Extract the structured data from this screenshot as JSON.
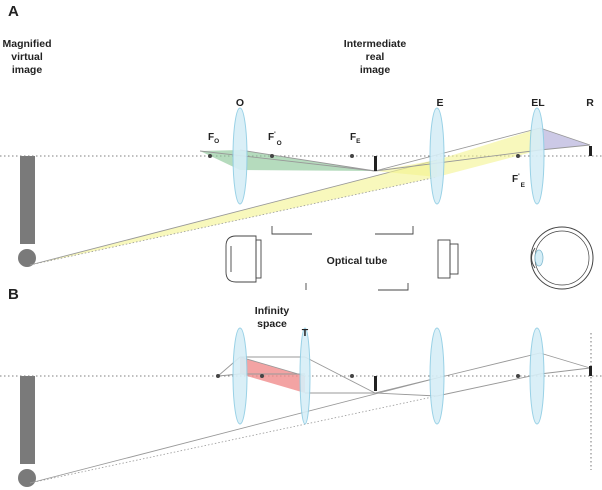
{
  "panels": {
    "a": {
      "letter": "A",
      "magnified_line1": "Magnified",
      "magnified_line2": "virtual",
      "magnified_line3": "image",
      "intermediate_line1": "Intermediate",
      "intermediate_line2": "real",
      "intermediate_line3": "image",
      "lens_o": "O",
      "lens_e": "E",
      "lens_el": "EL",
      "retina_r": "R",
      "fo_main": "F",
      "fo_sub": "O",
      "fo_prime_main": "F",
      "fo_prime_mark": "'",
      "fo_prime_sub": "O",
      "fe_main": "F",
      "fe_sub": "E",
      "fe_prime_main": "F",
      "fe_prime_mark": "'",
      "fe_prime_sub": "E",
      "optical_tube": "Optical tube"
    },
    "b": {
      "letter": "B",
      "infinity_line1": "Infinity",
      "infinity_line2": "space",
      "lens_t": "T"
    }
  },
  "colors": {
    "lens_fill": "#d6eef7",
    "objective_cone": "#8ec79a",
    "eyepiece_cone": "#f4f48f",
    "eye_cone": "#b7b2dc",
    "infinity_space": "#f08c8c",
    "virtual_image": "#7a7a7a"
  },
  "icons": [
    "objective-icon",
    "eyepiece-icon",
    "eye-icon"
  ]
}
